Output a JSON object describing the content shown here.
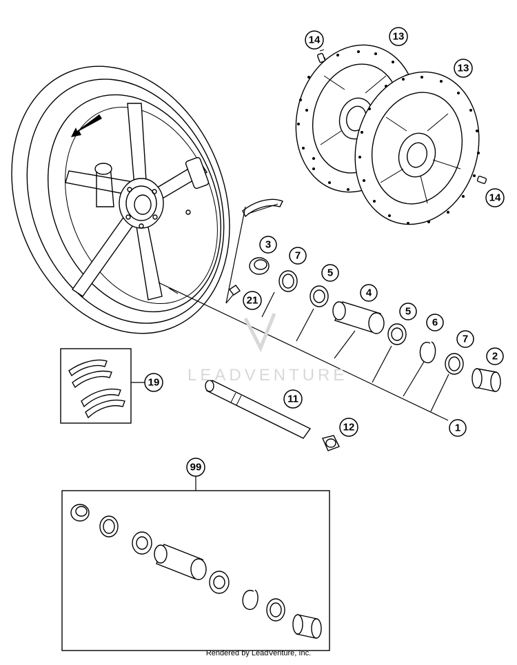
{
  "callouts": [
    "1",
    "2",
    "3",
    "4",
    "5",
    "5",
    "6",
    "7",
    "7",
    "11",
    "12",
    "13",
    "13",
    "14",
    "14",
    "19",
    "21",
    "99"
  ],
  "watermark": "LEADVENTURE",
  "footer": "Rendered by LeadVenture, Inc."
}
